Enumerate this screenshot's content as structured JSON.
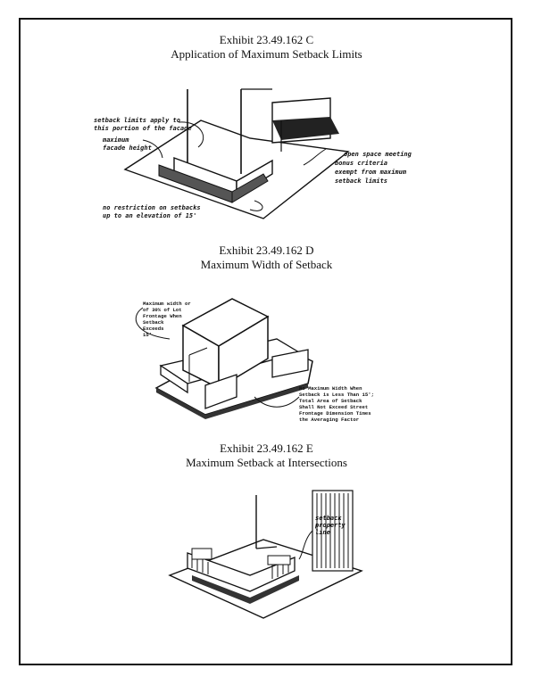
{
  "exhibits": [
    {
      "number": "Exhibit 23.49.162 C",
      "caption": "Application of Maximum Setback Limits",
      "annotations": {
        "a1": "setback limits apply to",
        "a2": "this portion of the facade",
        "b1": "maximum",
        "b2": "facade height",
        "c1": "open space meeting",
        "c2": "bonus criteria",
        "c3": "exempt from maximum",
        "c4": "setback limits",
        "d1": "no restriction on setbacks",
        "d2": "up to an elevation of 15'"
      }
    },
    {
      "number": "Exhibit 23.49.162 D",
      "caption": "Maximum Width of Setback",
      "annotations": {
        "a1": "Maximum width or",
        "a2": "of 30% of Lot",
        "a3": "Frontage When",
        "a4": "Setback",
        "a5": "Exceeds",
        "a6": "15'",
        "b1": "No Maximum Width When",
        "b2": "Setback is Less Than 15';",
        "b3": "Total Area of Setback",
        "b4": "Shall Not Exceed Street",
        "b5": "Frontage Dimension Times",
        "b6": "the Averaging Factor"
      }
    },
    {
      "number": "Exhibit 23.49.162 E",
      "caption": "Maximum Setback at Intersections",
      "annotations": {
        "a1": "setback",
        "a2": "property",
        "a3": "line"
      }
    }
  ]
}
